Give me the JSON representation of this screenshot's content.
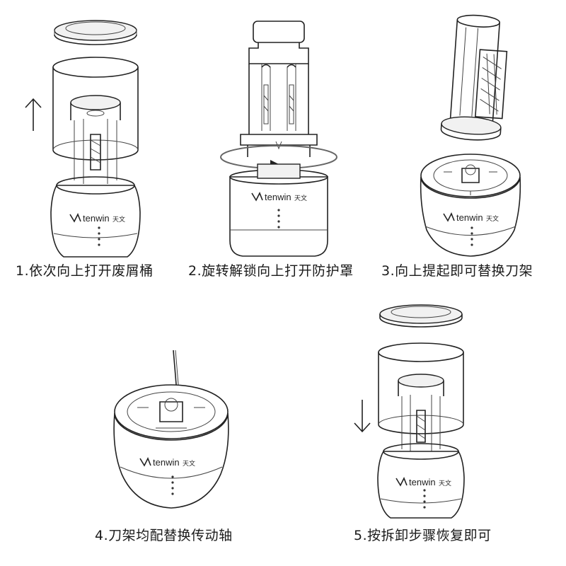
{
  "brand": {
    "name": "tenwin",
    "cn": "天文"
  },
  "steps": [
    {
      "caption": "1.依次向上打开废屑桶"
    },
    {
      "caption": "2.旋转解锁向上打开防护罩"
    },
    {
      "caption": "3.向上提起即可替换刀架"
    },
    {
      "caption": "4.刀架均配替换传动轴"
    },
    {
      "caption": "5.按拆卸步骤恢复即可"
    }
  ]
}
